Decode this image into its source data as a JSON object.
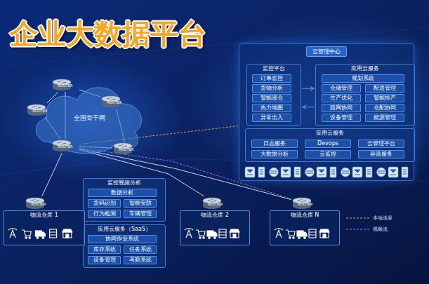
{
  "diagram": {
    "title": "企业大数据平台",
    "nodes": [
      {
        "text": [
          "全国骨干网"
        ]
      },
      {
        "text": [
          "ROUTER"
        ]
      },
      {
        "text": [
          "ROUTER"
        ]
      },
      {
        "text": [
          "ROUTER"
        ]
      },
      {
        "text": [
          "ROUTER"
        ]
      },
      {
        "text": [
          "ROUTER"
        ]
      },
      {
        "text": [
          "云管理中心"
        ]
      },
      {
        "text": [
          "监控平台"
        ],
        "in": 6
      },
      {
        "text": [
          "订单监控"
        ],
        "in": 7
      },
      {
        "text": [
          "货物分析"
        ],
        "in": 7
      },
      {
        "text": [
          "智能巡仓"
        ],
        "in": 7
      },
      {
        "text": [
          "热力地图"
        ],
        "in": 7
      },
      {
        "text": [
          "异常出入"
        ],
        "in": 7
      },
      {
        "text": [
          "应用云服务"
        ],
        "in": 6
      },
      {
        "text": [
          "规划系统"
        ],
        "in": 13
      },
      {
        "text": [
          "仓储管理"
        ],
        "in": 13
      },
      {
        "text": [
          "配送管理"
        ],
        "in": 13
      },
      {
        "text": [
          "生产优化"
        ],
        "in": 13
      },
      {
        "text": [
          "智能排产"
        ],
        "in": 13
      },
      {
        "text": [
          "路网协同"
        ],
        "in": 13
      },
      {
        "text": [
          "仓配协同"
        ],
        "in": 13
      },
      {
        "text": [
          "设备管理"
        ],
        "in": 13
      },
      {
        "text": [
          "能源管理"
        ],
        "in": 13
      },
      {
        "text": [
          "应用云服务"
        ],
        "in": 6
      },
      {
        "text": [
          "日志服务"
        ],
        "in": 23
      },
      {
        "text": [
          "Devops"
        ],
        "in": 23
      },
      {
        "text": [
          "云管理平台"
        ],
        "in": 23
      },
      {
        "text": [
          "大数据分析"
        ],
        "in": 23
      },
      {
        "text": [
          "云监控"
        ],
        "in": 23
      },
      {
        "text": [
          "容器服务"
        ],
        "in": 23
      },
      {
        "text": [
          "监控视频分析"
        ]
      },
      {
        "text": [
          "数据分析"
        ],
        "in": 30
      },
      {
        "text": [
          "货码识别"
        ],
        "in": 30
      },
      {
        "text": [
          "智能安防"
        ],
        "in": 30
      },
      {
        "text": [
          "行为检测"
        ],
        "in": 30
      },
      {
        "text": [
          "车辆管理"
        ],
        "in": 30
      },
      {
        "text": [
          "应用云服务（SaaS）"
        ]
      },
      {
        "text": [
          "协同作业系统"
        ],
        "in": 36
      },
      {
        "text": [
          "库存系统"
        ],
        "in": 36
      },
      {
        "text": [
          "任务系统"
        ],
        "in": 36
      },
      {
        "text": [
          "设备管理"
        ],
        "in": 36
      },
      {
        "text": [
          "考勤系统"
        ],
        "in": 36
      },
      {
        "text": [
          "ROUTER"
        ]
      },
      {
        "text": [
          "物流仓库 1"
        ]
      },
      {
        "text": [
          "ROUTER"
        ]
      },
      {
        "text": [
          "物流仓库 2"
        ]
      },
      {
        "text": [
          "ROUTER"
        ]
      },
      {
        "text": [
          "物流仓库 N"
        ]
      }
    ],
    "edges": [
      {
        "from": 1,
        "to": 2,
        "arrow": "none"
      },
      {
        "from": 1,
        "to": 3,
        "arrow": "none"
      },
      {
        "from": 1,
        "to": 4,
        "arrow": "none"
      },
      {
        "from": 2,
        "to": 4,
        "arrow": "none"
      },
      {
        "from": 3,
        "to": 5,
        "arrow": "none"
      },
      {
        "from": 4,
        "to": 5,
        "arrow": "none"
      },
      {
        "from": 4,
        "to": 6,
        "arrow": "none"
      },
      {
        "from": 4,
        "to": 42,
        "arrow": "none"
      },
      {
        "from": 4,
        "to": 44,
        "arrow": "none"
      },
      {
        "from": 4,
        "to": 46,
        "arrow": "none"
      },
      {
        "from": 4,
        "to": 42,
        "arrow": "none"
      },
      {
        "from": 4,
        "to": 46,
        "arrow": "none"
      },
      {
        "from": 7,
        "to": 13,
        "arrow": "to"
      },
      {
        "from": 13,
        "to": 7,
        "arrow": "to"
      }
    ],
    "legend": [
      {
        "text": "本地流量"
      },
      {
        "text": "视频流"
      }
    ]
  }
}
